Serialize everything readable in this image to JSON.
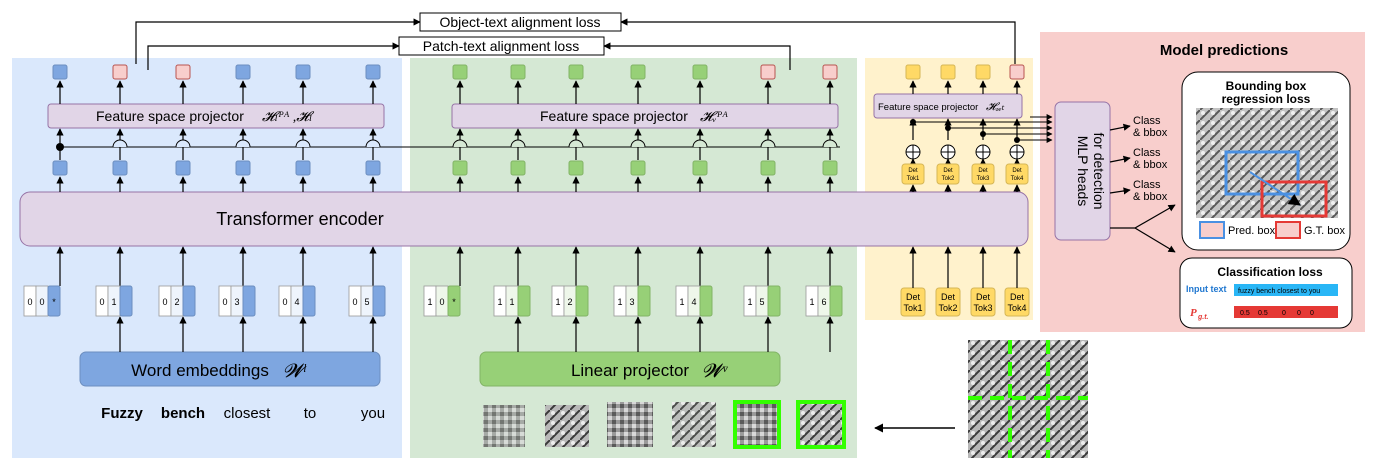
{
  "losses": {
    "object_text": "Object-text alignment loss",
    "patch_text": "Patch-text alignment loss"
  },
  "projectors": {
    "text": "Feature space projector",
    "text_math": "𝓗ₗᴾᴬ ,𝓗ₗ",
    "visual": "Feature space projector",
    "visual_math": "𝓗ᵥᴾᴬ",
    "det": "Feature space projector",
    "det_math": "𝓗ₔₑₜ"
  },
  "encoder": {
    "label": "Transformer encoder"
  },
  "word_embeddings": {
    "label": "Word embeddings",
    "math": "𝓦ˡ"
  },
  "linear_projector": {
    "label": "Linear projector",
    "math": "𝓦ᵛ"
  },
  "words": [
    "Fuzzy",
    "bench",
    "closest",
    "to",
    "you"
  ],
  "text_tokens": [
    {
      "a": "0",
      "b": "0",
      "c": "*"
    },
    {
      "a": "0",
      "b": "1"
    },
    {
      "a": "0",
      "b": "2"
    },
    {
      "a": "0",
      "b": "3"
    },
    {
      "a": "0",
      "b": "4"
    },
    {
      "a": "0",
      "b": "5"
    }
  ],
  "visual_tokens": [
    {
      "a": "1",
      "b": "0",
      "c": "*"
    },
    {
      "a": "1",
      "b": "1"
    },
    {
      "a": "1",
      "b": "2"
    },
    {
      "a": "1",
      "b": "3"
    },
    {
      "a": "1",
      "b": "4"
    },
    {
      "a": "1",
      "b": "5"
    },
    {
      "a": "1",
      "b": "6"
    }
  ],
  "det_tokens": [
    {
      "l1": "Det",
      "l2": "Tok1"
    },
    {
      "l1": "Det",
      "l2": "Tok2"
    },
    {
      "l1": "Det",
      "l2": "Tok3"
    },
    {
      "l1": "Det",
      "l2": "Tok4"
    }
  ],
  "mlp": {
    "line1": "MLP heads",
    "line2": "for detection"
  },
  "class_bbox": [
    {
      "l1": "Class",
      "l2": "& bbox"
    },
    {
      "l1": "Class",
      "l2": "& bbox"
    },
    {
      "l1": "Class",
      "l2": "& bbox"
    }
  ],
  "predictions": {
    "title": "Model predictions",
    "bbox_loss_l1": "Bounding box",
    "bbox_loss_l2": "regression loss",
    "pred_box": "Pred. box",
    "gt_box": "G.T. box",
    "cls_loss": "Classification loss",
    "input_text_label": "Input text",
    "input_text_value": "fuzzy  bench  closest to you",
    "pgt_label": "P",
    "pgt_sub": "g.t.",
    "pgt_values": [
      "0.5",
      "0.5",
      "0",
      "0",
      "0"
    ]
  },
  "colors": {
    "text_bg": "#dae8fc",
    "visual_bg": "#d5e8d4",
    "det_bg": "#fff2cc",
    "pred_bg": "#f8cecc",
    "encoder": "#e1d5e7",
    "blue_token": "#7ea6e0",
    "green_token": "#97d077",
    "pink_token": "#f8cecc",
    "yellow_token": "#ffd966"
  }
}
